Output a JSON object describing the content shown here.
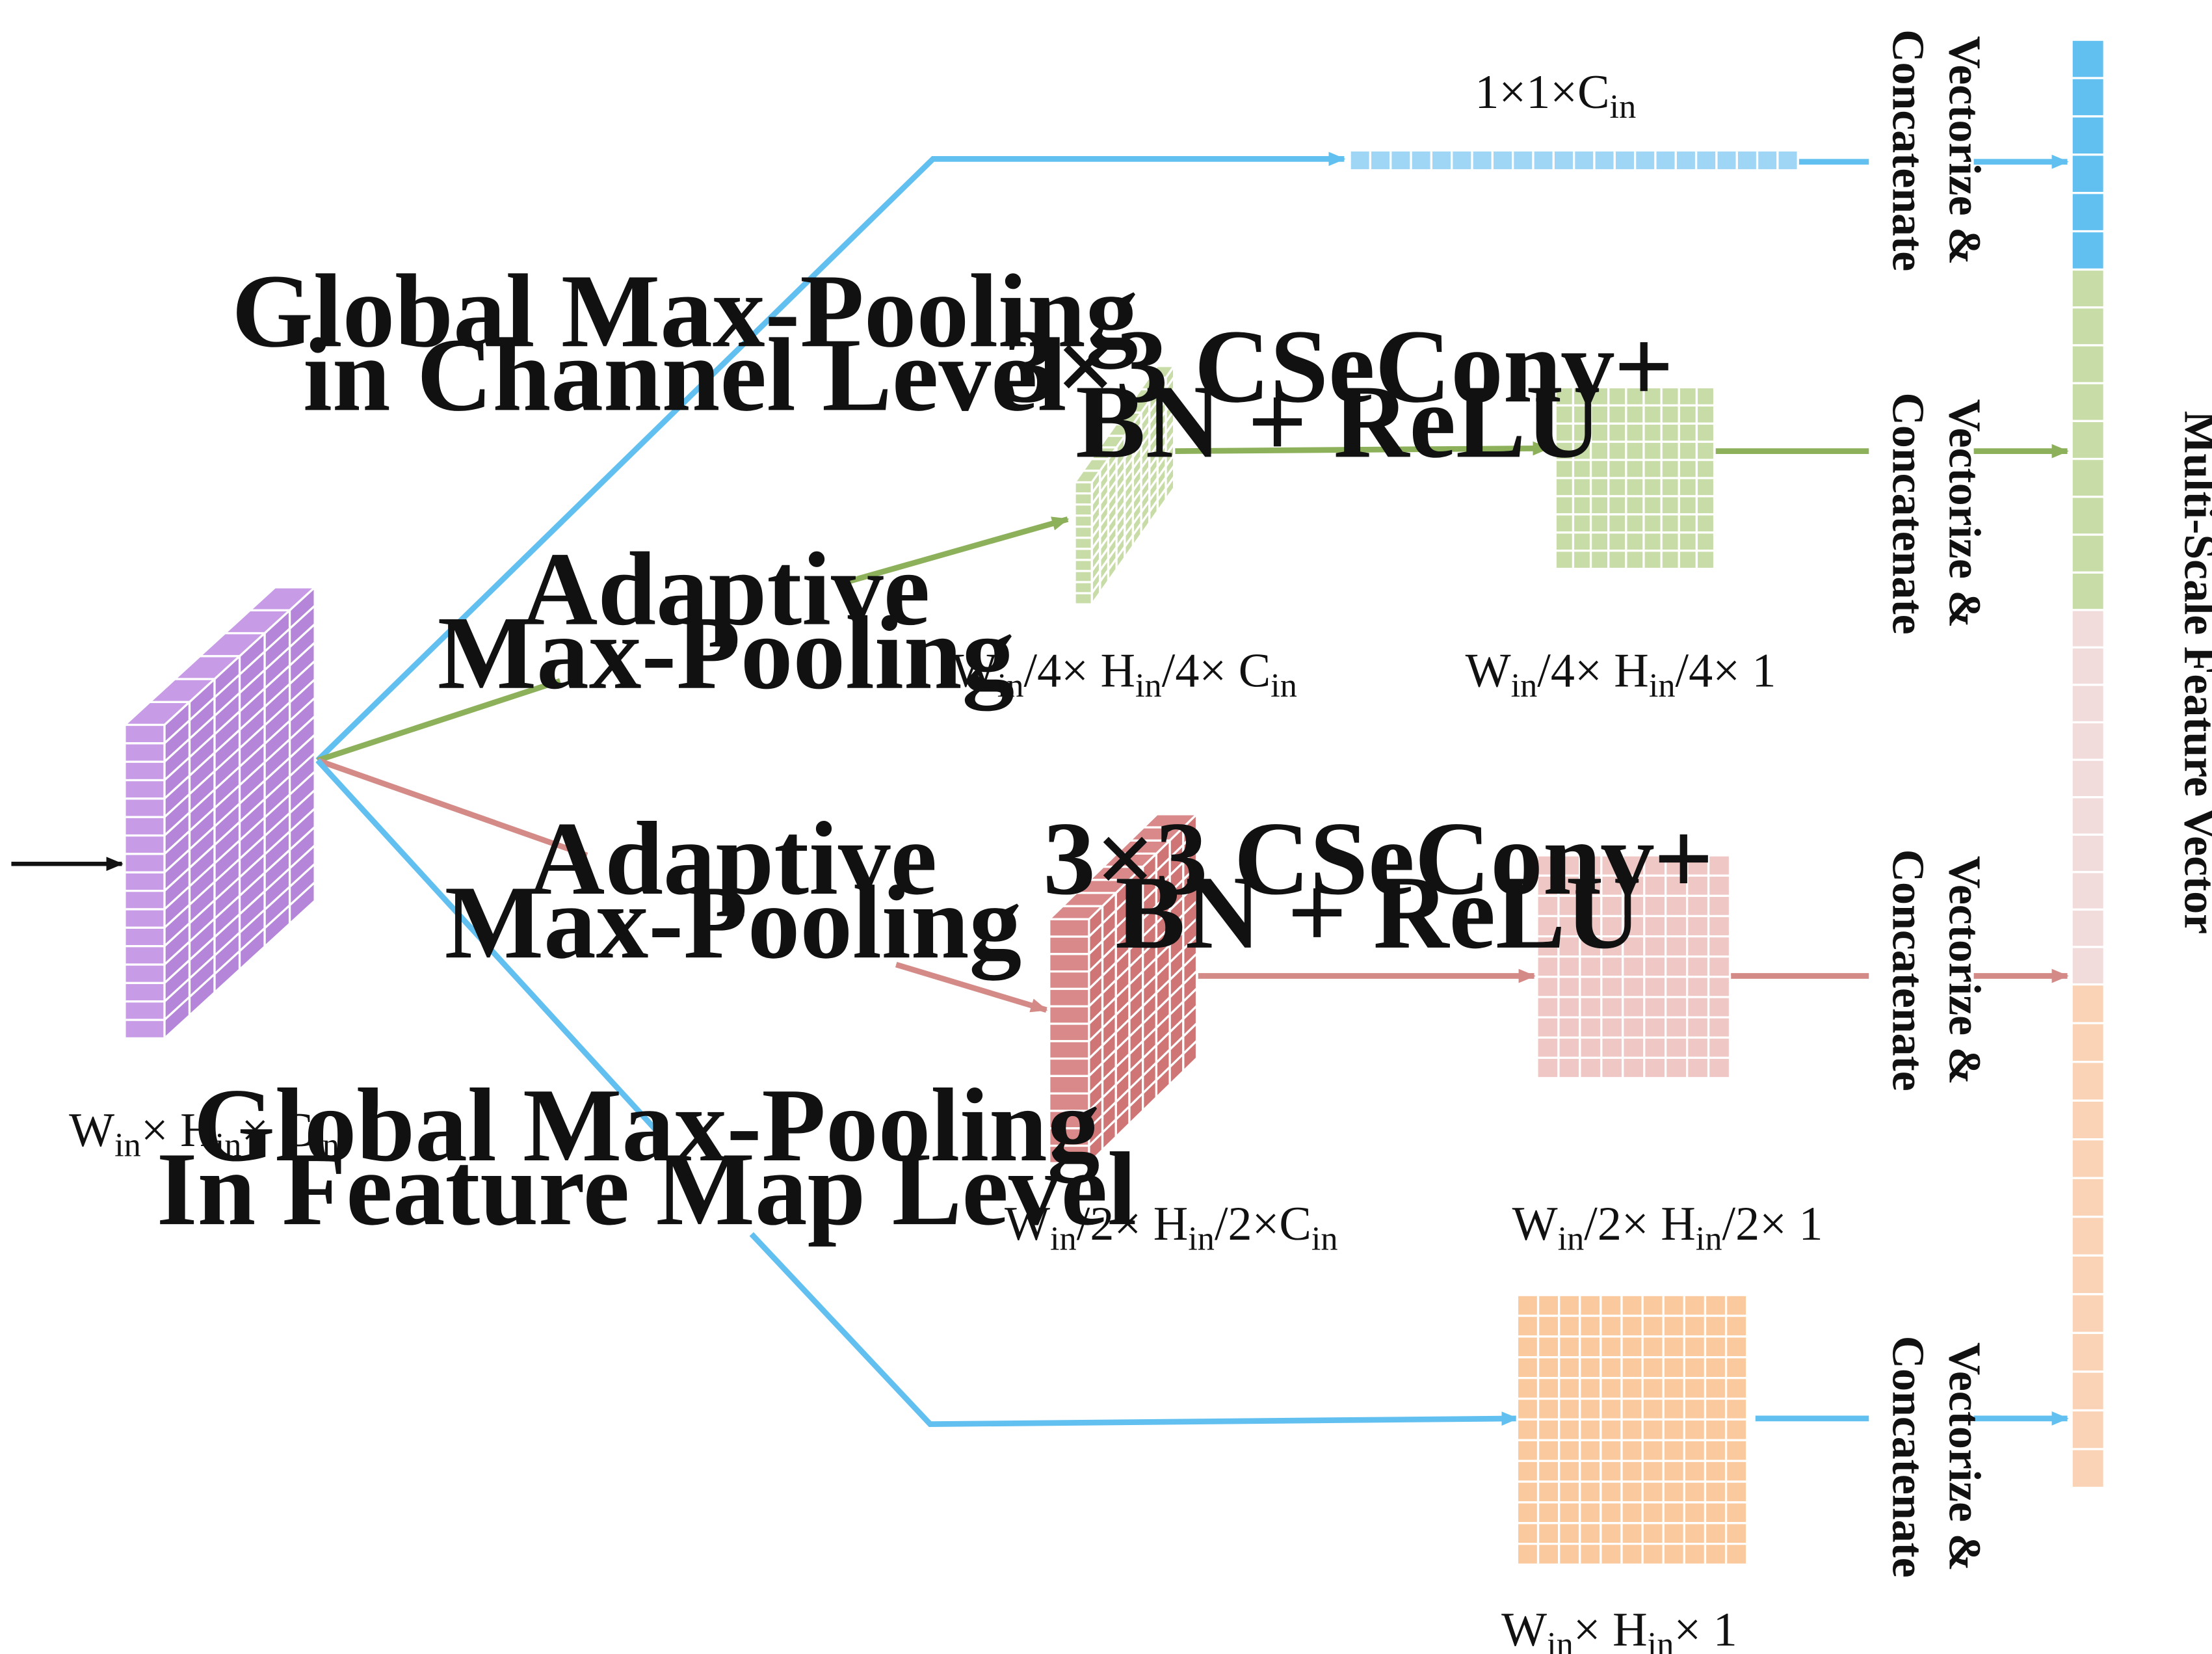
{
  "colors": {
    "purple": "#c79be6",
    "purple_side": "#b585da",
    "blue": "#62c0f1",
    "green": "#c8dca7",
    "green_line": "#8db05a",
    "pink_block": "#d9898a",
    "pink_block_side": "#cf7576",
    "pink_line": "#d48a86",
    "pink_light": "#efc7c5",
    "pink_vec": "#f1dcdb",
    "orange": "#fbc99e",
    "orange_vec": "#fad3b6"
  },
  "labels": {
    "global_channel_1": "Global Max-Pooling",
    "global_channel_2": "in Channel Level",
    "adaptive_1_a": "Adaptive",
    "adaptive_1_b": "Max-Pooling",
    "adaptive_2_a": "Adaptive",
    "adaptive_2_b": "Max-Pooling",
    "global_fmap_1": "Global Max-Pooling",
    "global_fmap_2": "In Feature Map Level",
    "conv_1_a": "3×3 CSeConv+",
    "conv_1_b": "BN + ReLU",
    "conv_2_a": "3×3 CSeConv+",
    "conv_2_b": "BN + ReLU",
    "vectorize": "Vectorize &",
    "concatenate": "Concatenate",
    "multi_scale": "Multi-Scale Feature Vector"
  },
  "dims": {
    "input": [
      "W",
      "in",
      "× H",
      "in",
      "× C",
      "in"
    ],
    "channel_vector": [
      "1×1×C",
      "in"
    ],
    "quarter_pooled": [
      "W",
      "in",
      "/4× H",
      "in",
      "/4× C",
      "in"
    ],
    "quarter_conv": [
      "W",
      "in",
      "/4× H",
      "in",
      "/4× 1"
    ],
    "half_pooled": [
      "W",
      "in",
      "/2× H",
      "in",
      "/2×C",
      "in"
    ],
    "half_conv": [
      "W",
      "in",
      "/2× H",
      "in",
      "/2× 1"
    ],
    "full_map": [
      "W",
      "in",
      "× H",
      "in",
      "× 1"
    ]
  },
  "icons": {
    "input_arrow": "arrow-right-icon"
  }
}
